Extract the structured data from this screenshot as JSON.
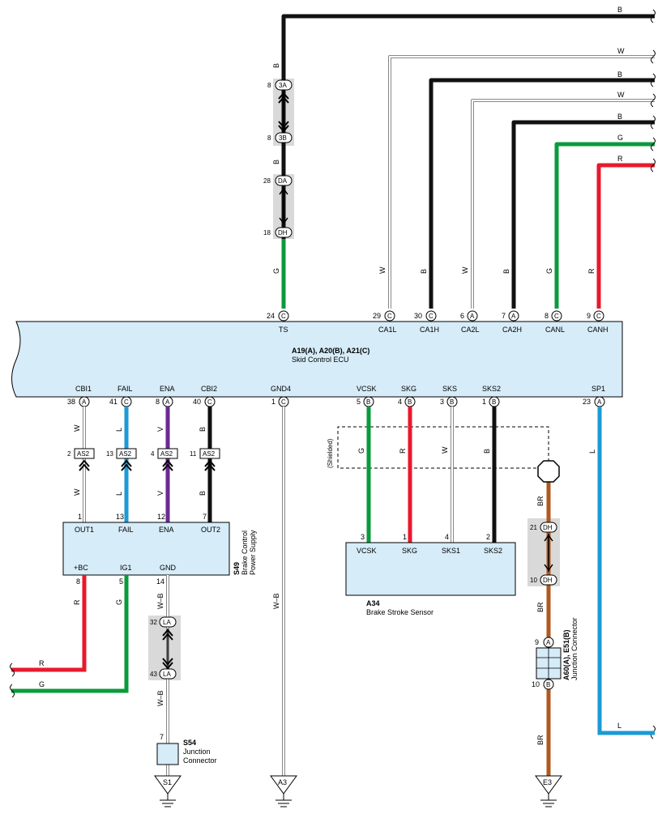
{
  "colors": {
    "black": "#111111",
    "white_wire": "#888888",
    "green": "#0a9a3c",
    "red": "#e8192c",
    "blue": "#1b9ad6",
    "violet": "#6a2a91",
    "brown": "#b1581f",
    "ecu_fill": "#d6ecf8",
    "connector_bg": "#d9d9d9"
  },
  "ecu": {
    "line1": "A19(A), A20(B), A21(C)",
    "line2": "Skid Control ECU",
    "top_pins": [
      {
        "num": "24",
        "conn": "C",
        "name": "TS"
      },
      {
        "num": "29",
        "conn": "C",
        "name": "CA1L"
      },
      {
        "num": "30",
        "conn": "C",
        "name": "CA1H"
      },
      {
        "num": "6",
        "conn": "A",
        "name": "CA2L"
      },
      {
        "num": "7",
        "conn": "A",
        "name": "CA2H"
      },
      {
        "num": "8",
        "conn": "C",
        "name": "CANL"
      },
      {
        "num": "9",
        "conn": "C",
        "name": "CANH"
      }
    ],
    "bottom_pins": [
      {
        "num": "38",
        "conn": "A",
        "name": "CBI1"
      },
      {
        "num": "41",
        "conn": "C",
        "name": "FAIL"
      },
      {
        "num": "8",
        "conn": "A",
        "name": "ENA"
      },
      {
        "num": "40",
        "conn": "C",
        "name": "CBI2"
      },
      {
        "num": "1",
        "conn": "C",
        "name": "GND4"
      },
      {
        "num": "5",
        "conn": "B",
        "name": "VCSK"
      },
      {
        "num": "4",
        "conn": "B",
        "name": "SKG"
      },
      {
        "num": "3",
        "conn": "B",
        "name": "SKS"
      },
      {
        "num": "1",
        "conn": "B",
        "name": "SKS2"
      },
      {
        "num": "23",
        "conn": "A",
        "name": "SP1"
      }
    ]
  },
  "wire_colors": {
    "top_right": [
      "B",
      "W",
      "B",
      "W",
      "B",
      "G",
      "R"
    ],
    "ts_upper": "B",
    "ts_mid": "B",
    "ts_lower": "G",
    "ca1l": "W",
    "ca1h": "B",
    "ca2l": "W",
    "ca2h": "B",
    "canl": "G",
    "canh": "R",
    "cbi1": "W",
    "fail": "L",
    "ena": "V",
    "cbi2": "B",
    "gnd4": "W–B",
    "vcsk": "G",
    "skg": "R",
    "sks": "W",
    "sks2": "B",
    "sp1": "L",
    "bc": "R",
    "ig1": "G",
    "gnd": "W–B",
    "gnd_lower": "W–B",
    "shield_upper": "BR",
    "shield_mid": "BR",
    "shield_lower": "BR",
    "left_r": "R",
    "left_g": "G",
    "sp1_end": "L"
  },
  "inline": {
    "3A": {
      "pin": "8",
      "conn": "3A"
    },
    "3B": {
      "pin": "8",
      "conn": "3B"
    },
    "DA": {
      "pin": "28",
      "conn": "DA"
    },
    "DH_ts": {
      "pin": "18",
      "conn": "DH"
    },
    "AS2": [
      {
        "pin": "2",
        "conn": "AS2"
      },
      {
        "pin": "13",
        "conn": "AS2"
      },
      {
        "pin": "4",
        "conn": "AS2"
      },
      {
        "pin": "11",
        "conn": "AS2"
      }
    ],
    "LA_top": {
      "pin": "32",
      "conn": "LA"
    },
    "LA_bot": {
      "pin": "43",
      "conn": "LA"
    },
    "DH_top": {
      "pin": "21",
      "conn": "DH"
    },
    "DH_bot": {
      "pin": "10",
      "conn": "DH"
    },
    "A60_top": {
      "pin": "9",
      "conn": "A"
    },
    "A60_bot": {
      "pin": "10",
      "conn": "B"
    }
  },
  "power_supply": {
    "code": "S49",
    "name1": "Brake Control",
    "name2": "Power Supply",
    "top_pins": [
      {
        "num": "1",
        "name": "OUT1"
      },
      {
        "num": "13",
        "name": "FAIL"
      },
      {
        "num": "12",
        "name": "ENA"
      },
      {
        "num": "7",
        "name": "OUT2"
      }
    ],
    "bottom_pins": [
      {
        "num": "8",
        "name": "+BC"
      },
      {
        "num": "5",
        "name": "IG1"
      },
      {
        "num": "14",
        "name": "GND"
      }
    ]
  },
  "stroke_sensor": {
    "code": "A34",
    "name": "Brake Stroke Sensor",
    "pins": [
      {
        "num": "3",
        "name": "VCSK"
      },
      {
        "num": "1",
        "name": "SKG"
      },
      {
        "num": "4",
        "name": "SKS1"
      },
      {
        "num": "2",
        "name": "SKS2"
      }
    ]
  },
  "shielded_label": "(Shielded)",
  "s54": {
    "code": "S54",
    "name1": "Junction",
    "name2": "Connector",
    "pin": "7"
  },
  "a60": {
    "code": "A60(A), E51(B)",
    "name": "Junction Connector"
  },
  "grounds": [
    "S1",
    "A3",
    "E3"
  ]
}
